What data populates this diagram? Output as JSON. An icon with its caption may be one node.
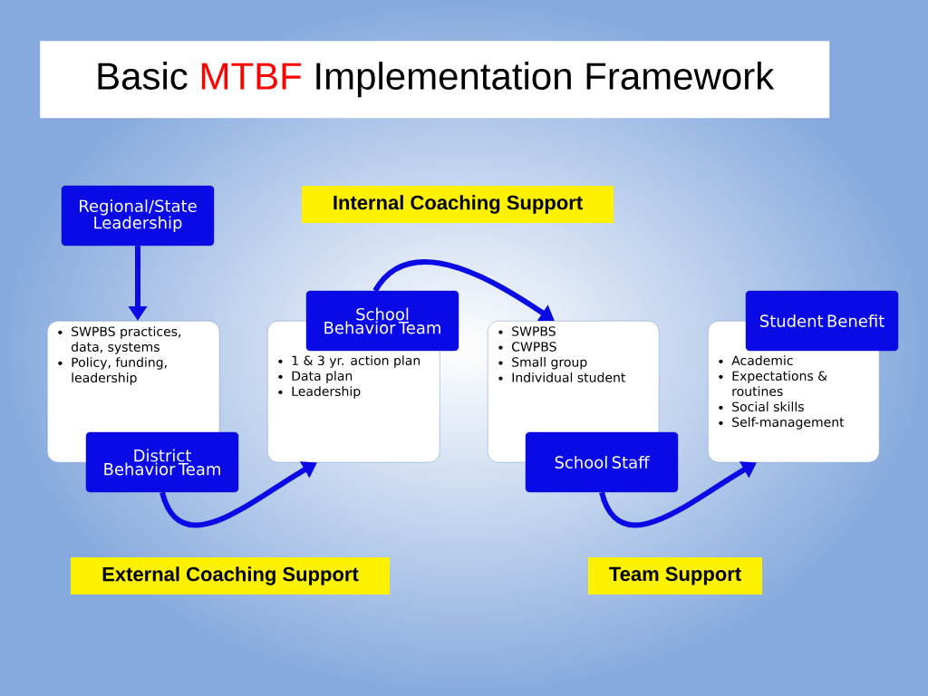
{
  "diagram": {
    "title": "Basic **MTBF** Implementation Framework",
    "nodes": [
      {
        "text": [
          "Regional/State Leadership"
        ]
      },
      {
        "text": [
          "SWPBS practices, data, systems",
          "Policy, funding, leadership"
        ]
      },
      {
        "text": [
          "District Behavior Team"
        ]
      },
      {
        "text": [
          "1 & 3 yr. action plan",
          "Data plan",
          "Leadership"
        ]
      },
      {
        "text": [
          "School Behavior Team"
        ]
      },
      {
        "text": [
          "SWPBS",
          "CWPBS",
          "Small group",
          "Individual student"
        ]
      },
      {
        "text": [
          "School Staff"
        ]
      },
      {
        "text": [
          "Academic",
          "Expectations & routines",
          "Social skills",
          "Self-management"
        ]
      },
      {
        "text": [
          "Student Benefit"
        ]
      },
      {
        "text": [
          "Internal Coaching Support"
        ]
      },
      {
        "text": [
          "External Coaching Support"
        ]
      },
      {
        "text": [
          "Team Support"
        ]
      }
    ],
    "edges": [
      {
        "from": 0,
        "to": 1,
        "arrow": "to"
      },
      {
        "from": 2,
        "to": 3,
        "arrow": "to"
      },
      {
        "from": 4,
        "to": 5,
        "arrow": "to"
      },
      {
        "from": 6,
        "to": 7,
        "arrow": "to"
      }
    ]
  }
}
